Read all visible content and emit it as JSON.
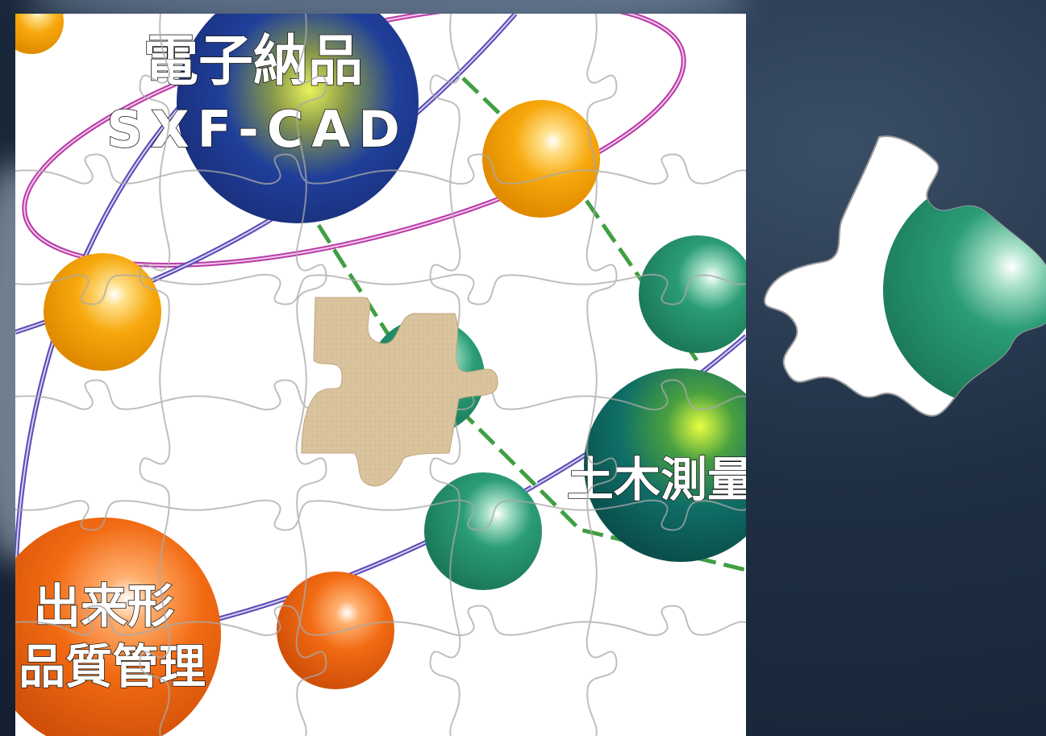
{
  "labels": {
    "denshi_line1": "電子納品",
    "denshi_line2": "SXF-CAD",
    "doboku": "土木測量",
    "dekigata_line1": "出来形",
    "dekigata_line2": "品質管理"
  },
  "colors": {
    "navy_ball": "#1f3f9a",
    "orange_ball": "#f26a12",
    "amber_ball": "#f7a80c",
    "green_ball": "#2a9c76",
    "teal_ball": "#0f6e66",
    "empty_slot": "#d9c39d",
    "orbit_magenta": "#b83aa6",
    "orbit_purple": "#5a4ab4",
    "dash_green": "#3f9f42"
  }
}
